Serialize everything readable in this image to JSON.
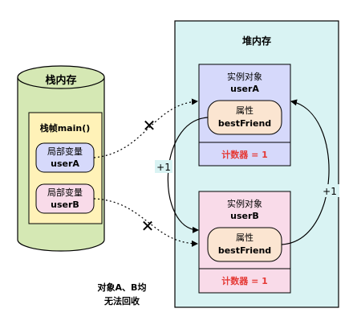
{
  "stack": {
    "title": "栈内存",
    "frame": {
      "title": "栈帧main()",
      "var_a": {
        "line1": "局部变量",
        "line2": "userA"
      },
      "var_b": {
        "line1": "局部变量",
        "line2": "userB"
      }
    }
  },
  "heap": {
    "title": "堆内存",
    "object_a": {
      "header1": "实例对象",
      "header2": "userA",
      "prop1": "属性",
      "prop2": "bestFriend",
      "counter": "计数器 = 1"
    },
    "object_b": {
      "header1": "实例对象",
      "header2": "userB",
      "prop1": "属性",
      "prop2": "bestFriend",
      "counter": "计数器 = 1"
    }
  },
  "edges": {
    "left_label": "+1",
    "right_label": "+1"
  },
  "cross_mark": "✕",
  "note": {
    "line1": "对象A、B均",
    "line2": "无法回收"
  },
  "colors": {
    "stack_fill": "#d5e8b4",
    "frame_fill": "#fff2b8",
    "var_a_fill": "#d6d9fb",
    "var_b_fill": "#f9dbe9",
    "heap_fill": "#d9f3f3",
    "obj_a_fill": "#d6d9fb",
    "obj_b_fill": "#f9dbe9",
    "prop_fill": "#fbe5d1",
    "counter_text": "#e53935"
  }
}
